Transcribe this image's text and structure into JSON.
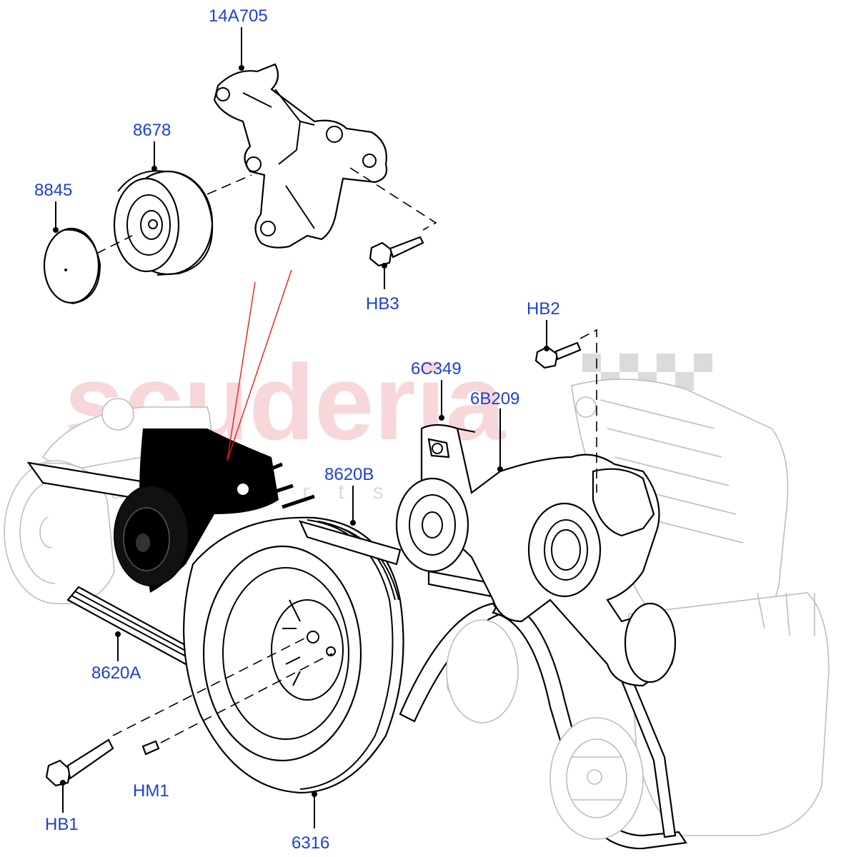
{
  "watermark": {
    "brand": "scuderia",
    "tagline": "car parts"
  },
  "callouts": {
    "c14a705": "14A705",
    "c8678": "8678",
    "c8845": "8845",
    "hb3": "HB3",
    "hb2": "HB2",
    "c6c349": "6C349",
    "c6b209": "6B209",
    "c8620b": "8620B",
    "c8620a": "8620A",
    "hb1": "HB1",
    "hm1": "HM1",
    "c6316": "6316"
  },
  "colors": {
    "callout_text": "#1f3fcf",
    "watermark": "#f2b8bd",
    "leader_red": "#e02020"
  }
}
